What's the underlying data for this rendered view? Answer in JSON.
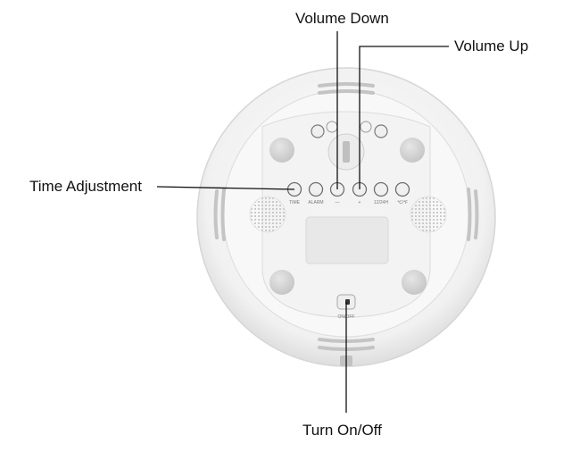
{
  "callouts": {
    "volume_down": "Volume Down",
    "volume_up": "Volume Up",
    "time_adjustment": "Time Adjustment",
    "turn_on_off": "Turn On/Off"
  },
  "buttons": [
    "TIME",
    "ALARM",
    "—",
    "+",
    "12/24H",
    "℃/℉"
  ],
  "switch_label": "ON/OFF",
  "colors": {
    "body": "#f6f6f6",
    "rim": "#e2e2e2",
    "panel": "#f3f3f3",
    "foot": "#d3d3d3",
    "line": "#111111"
  }
}
